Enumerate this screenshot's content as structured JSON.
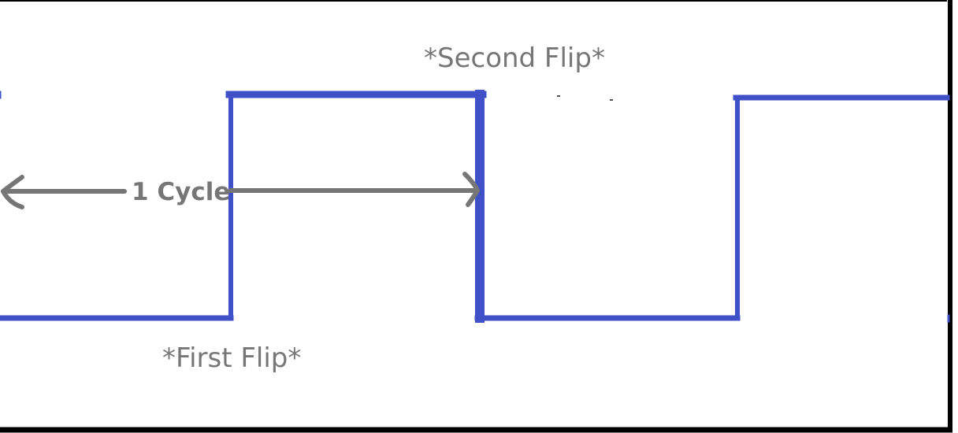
{
  "labels": {
    "second_flip": "*Second Flip*",
    "first_flip": "*First Flip*",
    "cycle": "1 Cycle"
  },
  "colors": {
    "wave": "#4050c8",
    "annotation": "#767676",
    "frame": "#000000",
    "background": "#ffffff"
  }
}
